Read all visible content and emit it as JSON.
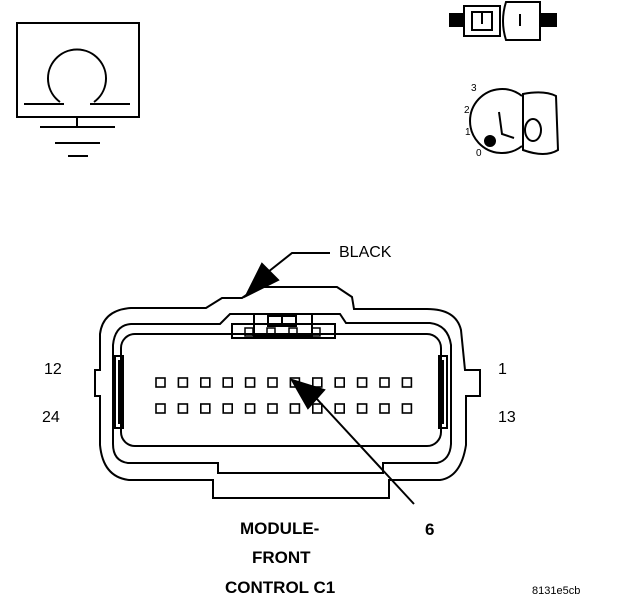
{
  "connector": {
    "wire_color_callout": "BLACK",
    "pin_callout": "6",
    "corner_numbers": {
      "top_left": "12",
      "top_right": "1",
      "bottom_left": "24",
      "bottom_right": "13"
    },
    "title_lines": [
      "MODULE-",
      "FRONT",
      "CONTROL C1"
    ],
    "row_pin_count": 12
  },
  "ignition_switch": {
    "positions": [
      "3",
      "2",
      "1",
      "0"
    ]
  },
  "figure_code": "8131e5cb",
  "icons": [
    "ground-symbol-icon",
    "connector-plug-icon",
    "ignition-key-icon"
  ]
}
